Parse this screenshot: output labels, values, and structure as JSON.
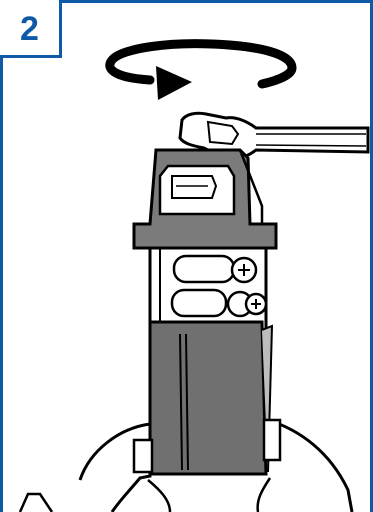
{
  "step": {
    "number": "2"
  },
  "colors": {
    "frame": "#0f5aa6",
    "sleeve": "#707070",
    "body_gray": "#7b7b7b",
    "outline": "#000000",
    "paper": "#ffffff"
  },
  "illustration": {
    "icons": [
      "rotate-clockwise-arrow-icon",
      "wrench-icon",
      "adapter-body",
      "sleeve",
      "fitting-screws"
    ]
  }
}
